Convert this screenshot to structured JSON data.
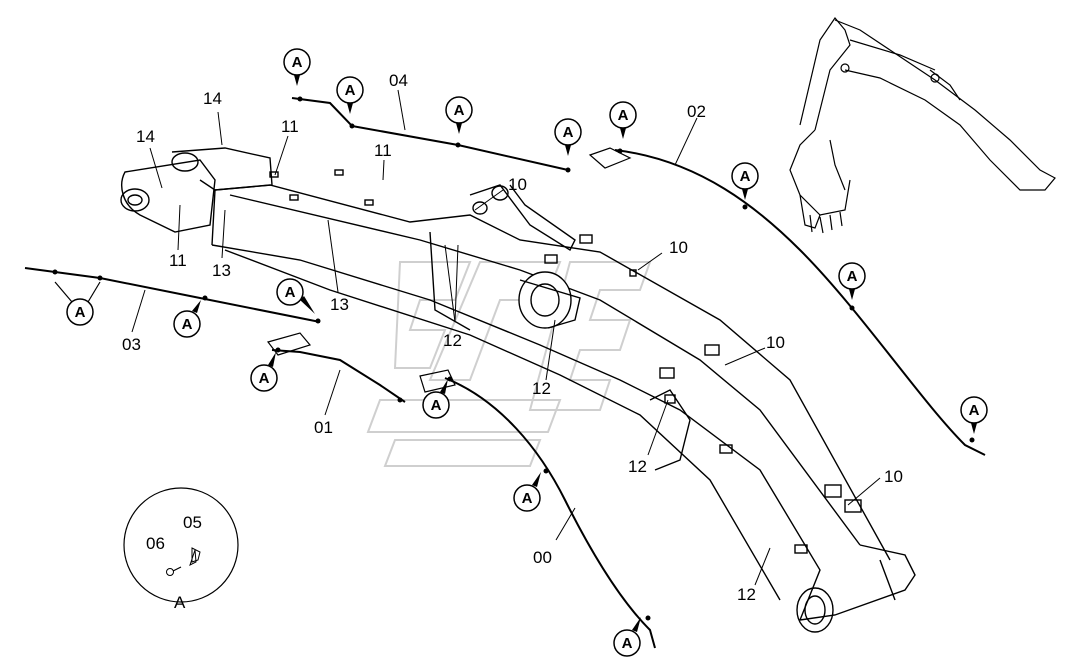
{
  "callout_letter": "A",
  "part_labels": {
    "p00": "00",
    "p01": "01",
    "p02": "02",
    "p03": "03",
    "p04": "04",
    "p05": "05",
    "p06": "06",
    "p10": "10",
    "p11": "11",
    "p12": "12",
    "p13": "13",
    "p14": "14"
  },
  "detail_view": {
    "label": "A",
    "parts": [
      "05",
      "06"
    ]
  },
  "colors": {
    "line": "#000000",
    "watermark": "#d9d9d9",
    "background": "#ffffff"
  }
}
